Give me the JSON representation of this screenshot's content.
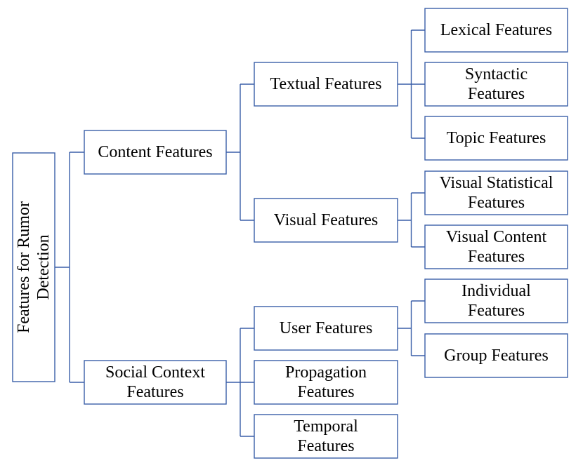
{
  "colors": {
    "line": "#3a5fa8",
    "text": "#000000",
    "background": "#ffffff"
  },
  "tree": {
    "root": {
      "lines": [
        "Features for Rumor",
        "Detection"
      ]
    },
    "content": {
      "lines": [
        "Content Features"
      ]
    },
    "textual": {
      "lines": [
        "Textual Features"
      ]
    },
    "lexical": {
      "lines": [
        "Lexical Features"
      ]
    },
    "syntactic": {
      "lines": [
        "Syntactic",
        "Features"
      ]
    },
    "topic": {
      "lines": [
        "Topic Features"
      ]
    },
    "visual": {
      "lines": [
        "Visual Features"
      ]
    },
    "visual_statistical": {
      "lines": [
        "Visual Statistical",
        "Features"
      ]
    },
    "visual_content": {
      "lines": [
        "Visual Content",
        "Features"
      ]
    },
    "social": {
      "lines": [
        "Social Context",
        "Features"
      ]
    },
    "user": {
      "lines": [
        "User Features"
      ]
    },
    "individual": {
      "lines": [
        "Individual",
        "Features"
      ]
    },
    "group": {
      "lines": [
        "Group Features"
      ]
    },
    "propagation": {
      "lines": [
        "Propagation",
        "Features"
      ]
    },
    "temporal": {
      "lines": [
        "Temporal",
        "Features"
      ]
    }
  }
}
